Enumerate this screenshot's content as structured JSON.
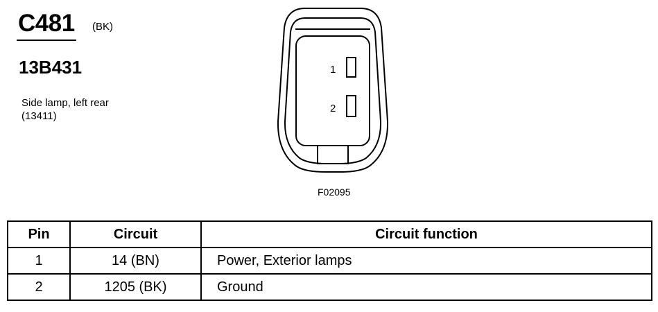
{
  "connector": {
    "id": "C481",
    "color_code": "(BK)",
    "part_number": "13B431",
    "description_line1": "Side lamp, left rear",
    "description_line2": "(13411)"
  },
  "drawing": {
    "pin1_label": "1",
    "pin2_label": "2",
    "figure_code": "F02095"
  },
  "table": {
    "headers": [
      "Pin",
      "Circuit",
      "Circuit function"
    ],
    "rows": [
      {
        "pin": "1",
        "circuit": "14 (BN)",
        "function": "Power, Exterior lamps"
      },
      {
        "pin": "2",
        "circuit": "1205 (BK)",
        "function": "Ground"
      }
    ]
  }
}
